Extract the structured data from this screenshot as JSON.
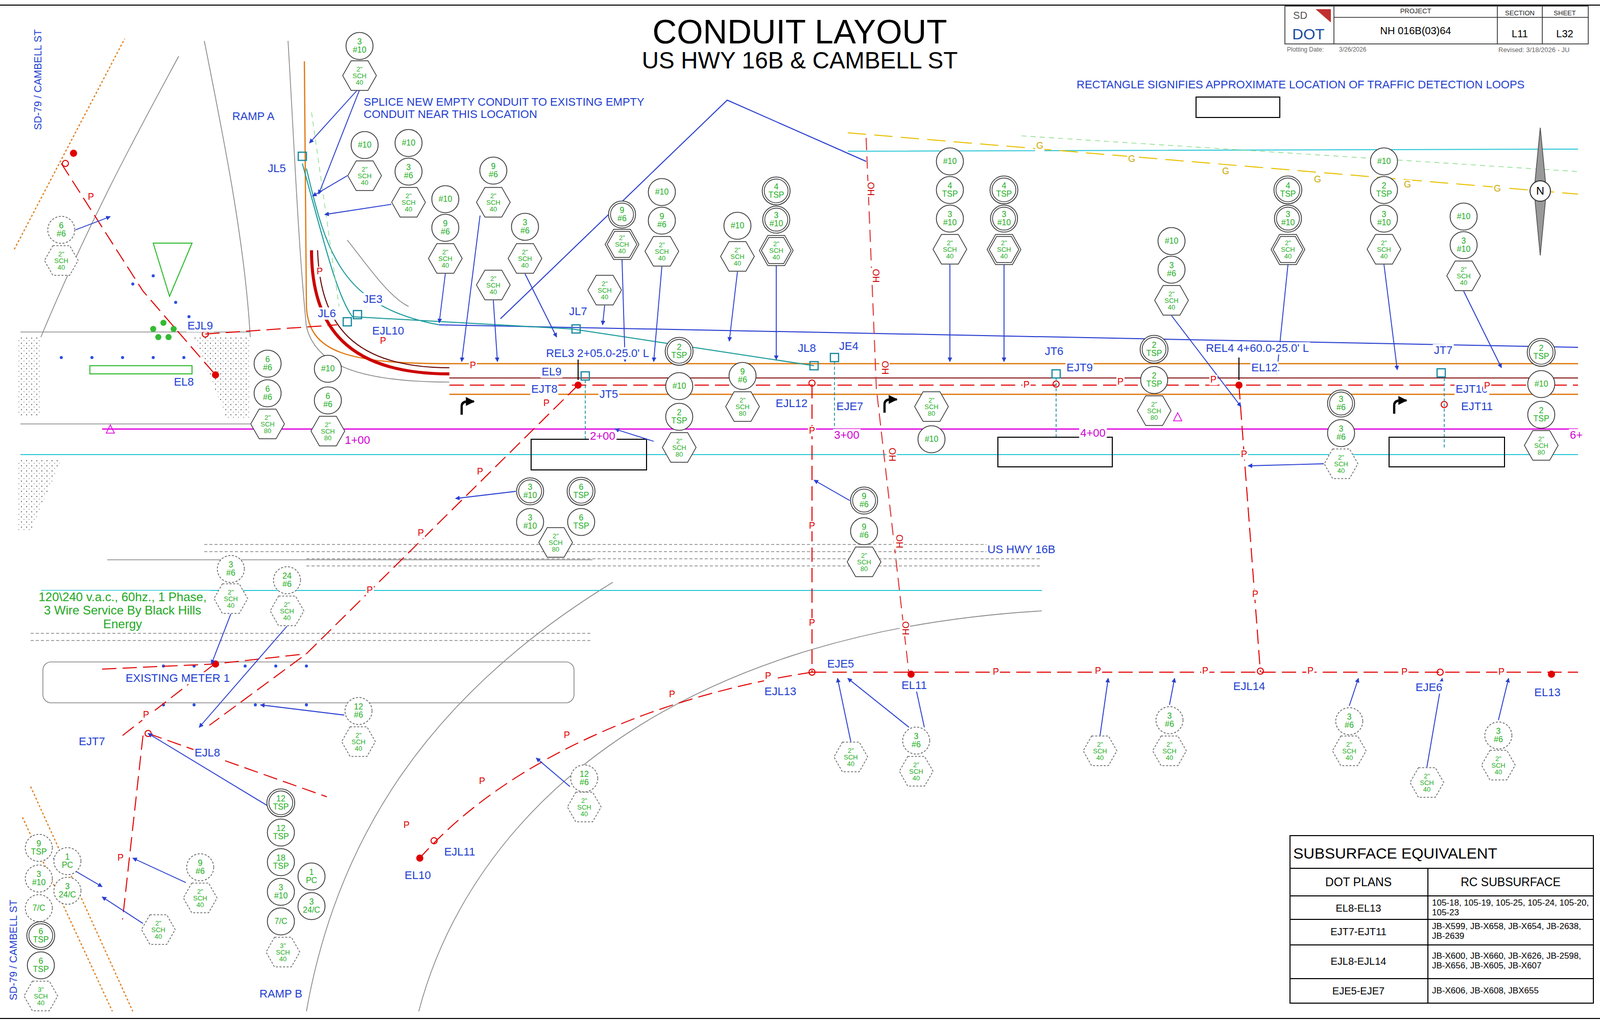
{
  "diagram": {
    "title": "CONDUIT LAYOUT",
    "nodes": [
      {
        "text": [
          "3 #10"
        ]
      },
      {
        "text": [
          "2\" SCH 40"
        ]
      },
      {
        "text": [
          "#10"
        ]
      },
      {
        "text": [
          "2\" SCH 40"
        ]
      },
      {
        "text": [
          "#10"
        ]
      },
      {
        "text": [
          "3 #6"
        ]
      },
      {
        "text": [
          "2\" SCH 40"
        ]
      },
      {
        "text": [
          "#10"
        ]
      },
      {
        "text": [
          "9 #6"
        ]
      },
      {
        "text": [
          "2\" SCH 40"
        ]
      },
      {
        "text": [
          "9 #6"
        ]
      },
      {
        "text": [
          "2\" SCH 40"
        ]
      },
      {
        "text": [
          "2\" SCH 40"
        ]
      },
      {
        "text": [
          "3 #6"
        ]
      },
      {
        "text": [
          "2\" SCH 40"
        ]
      },
      {
        "text": [
          "2\" SCH 40"
        ]
      },
      {
        "text": [
          "9 #6"
        ]
      },
      {
        "text": [
          "2\" SCH 40"
        ]
      },
      {
        "text": [
          "#10"
        ]
      },
      {
        "text": [
          "9 #6"
        ]
      },
      {
        "text": [
          "2\" SCH 40"
        ]
      },
      {
        "text": [
          "#10"
        ]
      },
      {
        "text": [
          "2\" SCH 40"
        ]
      },
      {
        "text": [
          "4 TSP"
        ]
      },
      {
        "text": [
          "3 #10"
        ]
      },
      {
        "text": [
          "2\" SCH 40"
        ]
      },
      {
        "text": [
          "#10"
        ]
      },
      {
        "text": [
          "4 TSP"
        ]
      },
      {
        "text": [
          "3 #10"
        ]
      },
      {
        "text": [
          "2\" SCH 40"
        ]
      },
      {
        "text": [
          "4 TSP"
        ]
      },
      {
        "text": [
          "3 #10"
        ]
      },
      {
        "text": [
          "2\" SCH 40"
        ]
      },
      {
        "text": [
          "#10"
        ]
      },
      {
        "text": [
          "3 #6"
        ]
      },
      {
        "text": [
          "2\" SCH 40"
        ]
      },
      {
        "text": [
          "4 TSP"
        ]
      },
      {
        "text": [
          "3 #10"
        ]
      },
      {
        "text": [
          "2\" SCH 40"
        ]
      },
      {
        "text": [
          "#10"
        ]
      },
      {
        "text": [
          "2 TSP"
        ]
      },
      {
        "text": [
          "3 #10"
        ]
      },
      {
        "text": [
          "2\" SCH 40"
        ]
      },
      {
        "text": [
          "#10"
        ]
      },
      {
        "text": [
          "3 #10"
        ]
      },
      {
        "text": [
          "2\" SCH 40"
        ]
      },
      {
        "text": [
          "6 #6"
        ]
      },
      {
        "text": [
          "2\" SCH 40"
        ]
      },
      {
        "text": [
          "6 #6"
        ]
      },
      {
        "text": [
          "6 #6"
        ]
      },
      {
        "text": [
          "2\" SCH 80"
        ]
      },
      {
        "text": [
          "#10"
        ]
      },
      {
        "text": [
          "6 #6"
        ]
      },
      {
        "text": [
          "2\" SCH 80"
        ]
      },
      {
        "text": [
          "2 TSP"
        ]
      },
      {
        "text": [
          "#10"
        ]
      },
      {
        "text": [
          "2 TSP"
        ]
      },
      {
        "text": [
          "2\" SCH 80"
        ]
      },
      {
        "text": [
          "9 #6"
        ]
      },
      {
        "text": [
          "2\" SCH 80"
        ]
      },
      {
        "text": [
          "2\" SCH 80"
        ]
      },
      {
        "text": [
          "#10"
        ]
      },
      {
        "text": [
          "2 TSP"
        ]
      },
      {
        "text": [
          "2 TSP"
        ]
      },
      {
        "text": [
          "2\" SCH 80"
        ]
      },
      {
        "text": [
          "3 #6"
        ]
      },
      {
        "text": [
          "3 #6"
        ]
      },
      {
        "text": [
          "2\" SCH 40"
        ]
      },
      {
        "text": [
          "2 TSP"
        ]
      },
      {
        "text": [
          "#10"
        ]
      },
      {
        "text": [
          "2 TSP"
        ]
      },
      {
        "text": [
          "2\" SCH 80"
        ]
      },
      {
        "text": [
          "3 #10"
        ]
      },
      {
        "text": [
          "3 #10"
        ]
      },
      {
        "text": [
          "6 TSP"
        ]
      },
      {
        "text": [
          "6 TSP"
        ]
      },
      {
        "text": [
          "2\" SCH 80"
        ]
      },
      {
        "text": [
          "9 #6"
        ]
      },
      {
        "text": [
          "9 #6"
        ]
      },
      {
        "text": [
          "2\" SCH 80"
        ]
      },
      {
        "text": [
          "3 #6"
        ]
      },
      {
        "text": [
          "2\" SCH 40"
        ]
      },
      {
        "text": [
          "24 #6"
        ]
      },
      {
        "text": [
          "2\" SCH 40"
        ]
      },
      {
        "text": [
          "12 #6"
        ]
      },
      {
        "text": [
          "2\" SCH 40"
        ]
      },
      {
        "text": [
          "12 #6"
        ]
      },
      {
        "text": [
          "2\" SCH 40"
        ]
      },
      {
        "text": [
          "12 TSP"
        ]
      },
      {
        "text": [
          "12 TSP"
        ]
      },
      {
        "text": [
          "18 TSP"
        ]
      },
      {
        "text": [
          "3 #10"
        ]
      },
      {
        "text": [
          "7/C"
        ]
      },
      {
        "text": [
          "1 PC"
        ]
      },
      {
        "text": [
          "3 24/C"
        ]
      },
      {
        "text": [
          "3\" SCH 40"
        ]
      },
      {
        "text": [
          "9 #6"
        ]
      },
      {
        "text": [
          "2\" SCH 40"
        ]
      },
      {
        "text": [
          "2\" SCH 40"
        ]
      },
      {
        "text": [
          "9 TSP"
        ]
      },
      {
        "text": [
          "1 PC"
        ]
      },
      {
        "text": [
          "3 #10"
        ]
      },
      {
        "text": [
          "3 24/C"
        ]
      },
      {
        "text": [
          "7/C"
        ]
      },
      {
        "text": [
          "6 TSP"
        ]
      },
      {
        "text": [
          "6 TSP"
        ]
      },
      {
        "text": [
          "3\" SCH 40"
        ]
      },
      {
        "text": [
          "2\" SCH 40"
        ]
      },
      {
        "text": [
          "3 #6"
        ]
      },
      {
        "text": [
          "2\" SCH 40"
        ]
      },
      {
        "text": [
          "2\" SCH 40"
        ]
      },
      {
        "text": [
          "3 #6"
        ]
      },
      {
        "text": [
          "2\" SCH 40"
        ]
      },
      {
        "text": [
          "3 #6"
        ]
      },
      {
        "text": [
          "2\" SCH 40"
        ]
      },
      {
        "text": [
          "2\" SCH 40"
        ]
      },
      {
        "text": [
          "3 #6"
        ]
      },
      {
        "text": [
          "2\" SCH 40"
        ]
      }
    ],
    "labels": [
      "US HWY 16B & CAMBELL ST",
      "SD",
      "DOT",
      "PROJECT",
      "NH 016B(03)64",
      "SECTION",
      "SHEET",
      "L11",
      "L32",
      "Plotting Date:",
      "3/26/2026",
      "Revised: 3/18/2026 - JU",
      "RECTANGLE SIGNIFIES APPROXIMATE LOCATION OF TRAFFIC DETECTION LOOPS",
      "SPLICE NEW EMPTY CONDUIT TO EXISTING EMPTY CONDUIT NEAR THIS LOCATION",
      "SD-79 / CAMBELL ST",
      "SD-79 / CAMBELL ST",
      "RAMP A",
      "RAMP B",
      "US HWY 16B",
      "120\\240 v.a.c., 60hz., 1 Phase, 3 Wire Service By Black Hills Energy",
      "EXISTING METER 1",
      "JL5",
      "JE3",
      "JL6",
      "EJL10",
      "EJL9",
      "EL8",
      "JL7",
      "REL3 2+05.0-25.0' L",
      "EL9",
      "EJT8",
      "JT5",
      "JL8",
      "JE4",
      "EJL12",
      "EJE7",
      "JT6",
      "EJT9",
      "REL4 4+60.0-25.0' L",
      "EL12",
      "JT7",
      "EJT10",
      "EJT11",
      "EJT7",
      "EJL8",
      "EJE5",
      "EJL13",
      "EL11",
      "EJL14",
      "EJE6",
      "EL13",
      "EJL11",
      "EL10",
      "1+00",
      "2+00",
      "3+00",
      "4+00",
      "6+",
      "SUBSURFACE EQUIVALENT",
      "DOT PLANS",
      "RC SUBSURFACE",
      "EL8-EL13",
      "105-18, 105-19, 105-25, 105-24, 105-20, 105-23",
      "EJT7-EJT11",
      "JB-X599, JB-X658, JB-X654, JB-2638, JB-2639",
      "EJL8-EJL14",
      "JB-X600, JB-X660, JB-X626, JB-2598, JB-X656, JB-X605, JB-X607",
      "EJE5-EJE7",
      "JB-X606, JB-X608, JBX655",
      "N",
      "P",
      "P",
      "P",
      "P",
      "P",
      "P",
      "P",
      "P",
      "P",
      "P",
      "P",
      "P",
      "P",
      "P",
      "P",
      "P",
      "P",
      "P",
      "P",
      "P",
      "P",
      "P",
      "P",
      "P",
      "P",
      "P",
      "P",
      "P",
      "P",
      "P",
      "OH",
      "OH",
      "OH",
      "OH",
      "OH",
      "OH",
      "G",
      "G",
      "G",
      "G",
      "G",
      "G"
    ]
  }
}
